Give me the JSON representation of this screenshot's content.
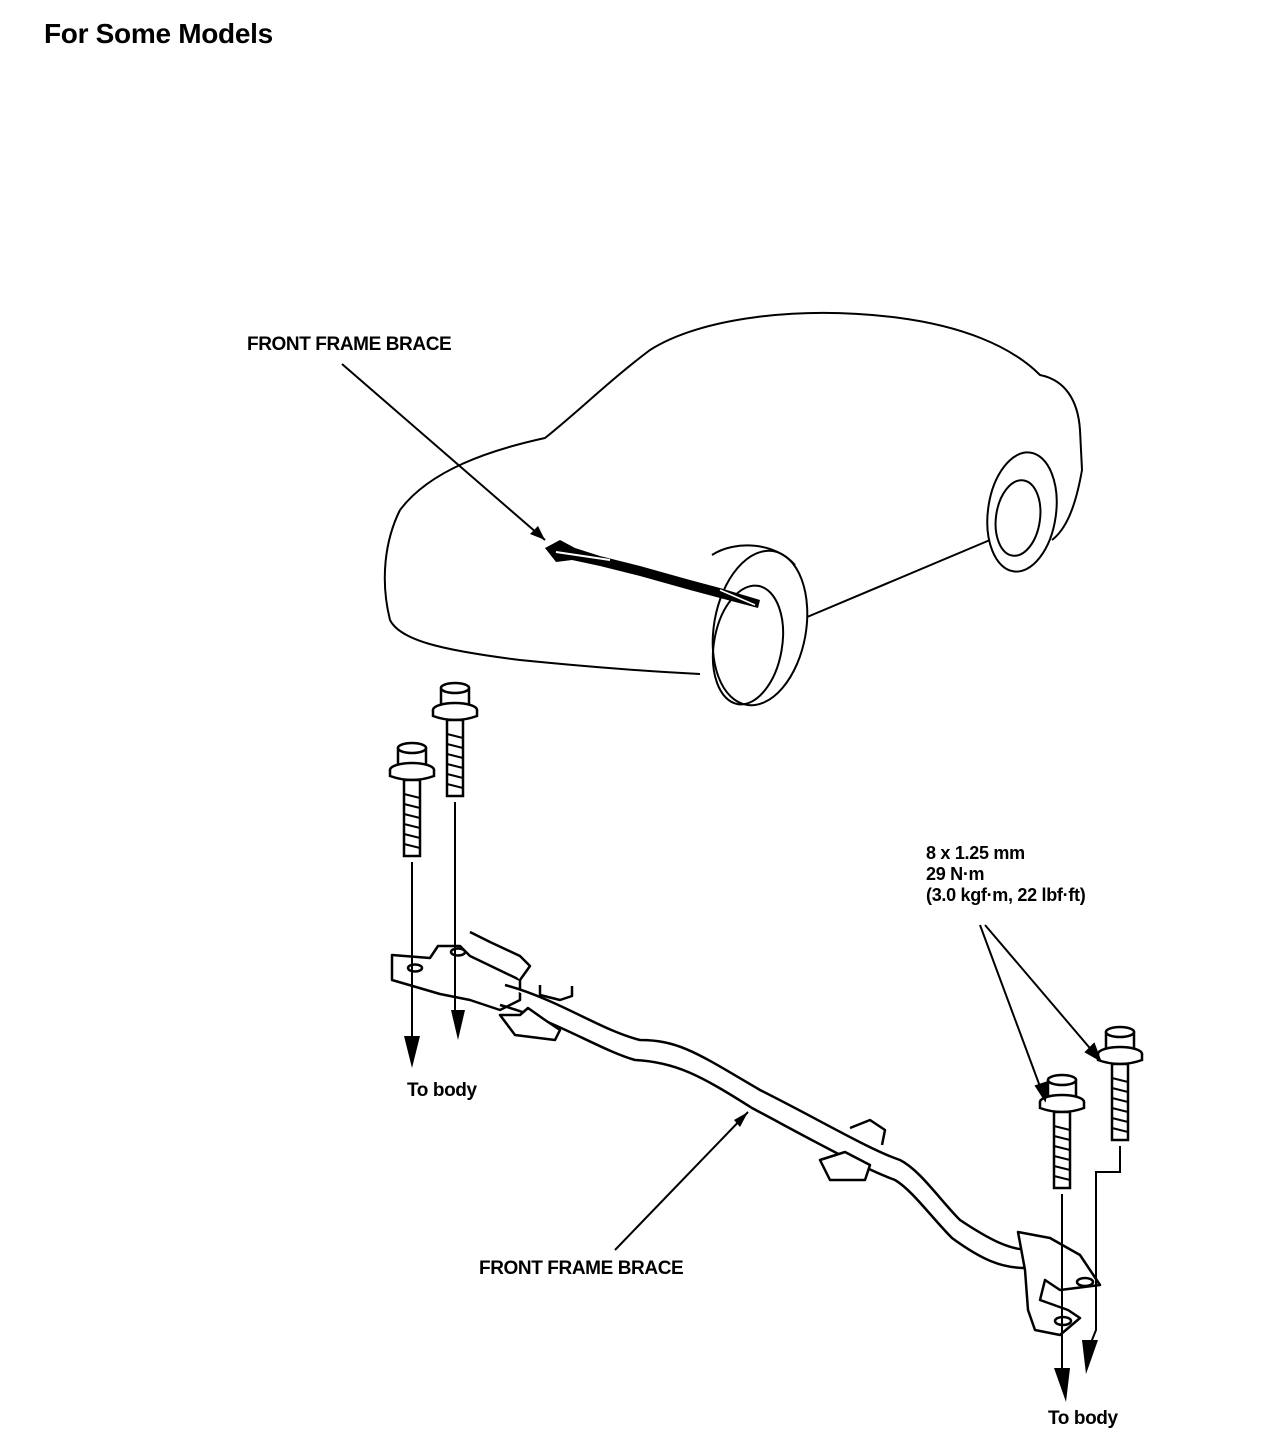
{
  "page": {
    "heading": "For Some Models"
  },
  "labels": {
    "brace_top": "FRONT FRAME BRACE",
    "brace_bottom": "FRONT FRAME BRACE",
    "to_body_left": "To body",
    "to_body_right": "To body"
  },
  "spec": {
    "size": "8 x 1.25 mm",
    "torque_nm": "29 N·m",
    "torque_alt": "(3.0 kgf·m, 22 lbf·ft)"
  },
  "icons": [
    "car-outline-icon",
    "frame-brace-icon",
    "flange-bolt-icon",
    "arrow-down-icon"
  ],
  "colors": {
    "ink": "#000000",
    "paper": "#ffffff"
  }
}
